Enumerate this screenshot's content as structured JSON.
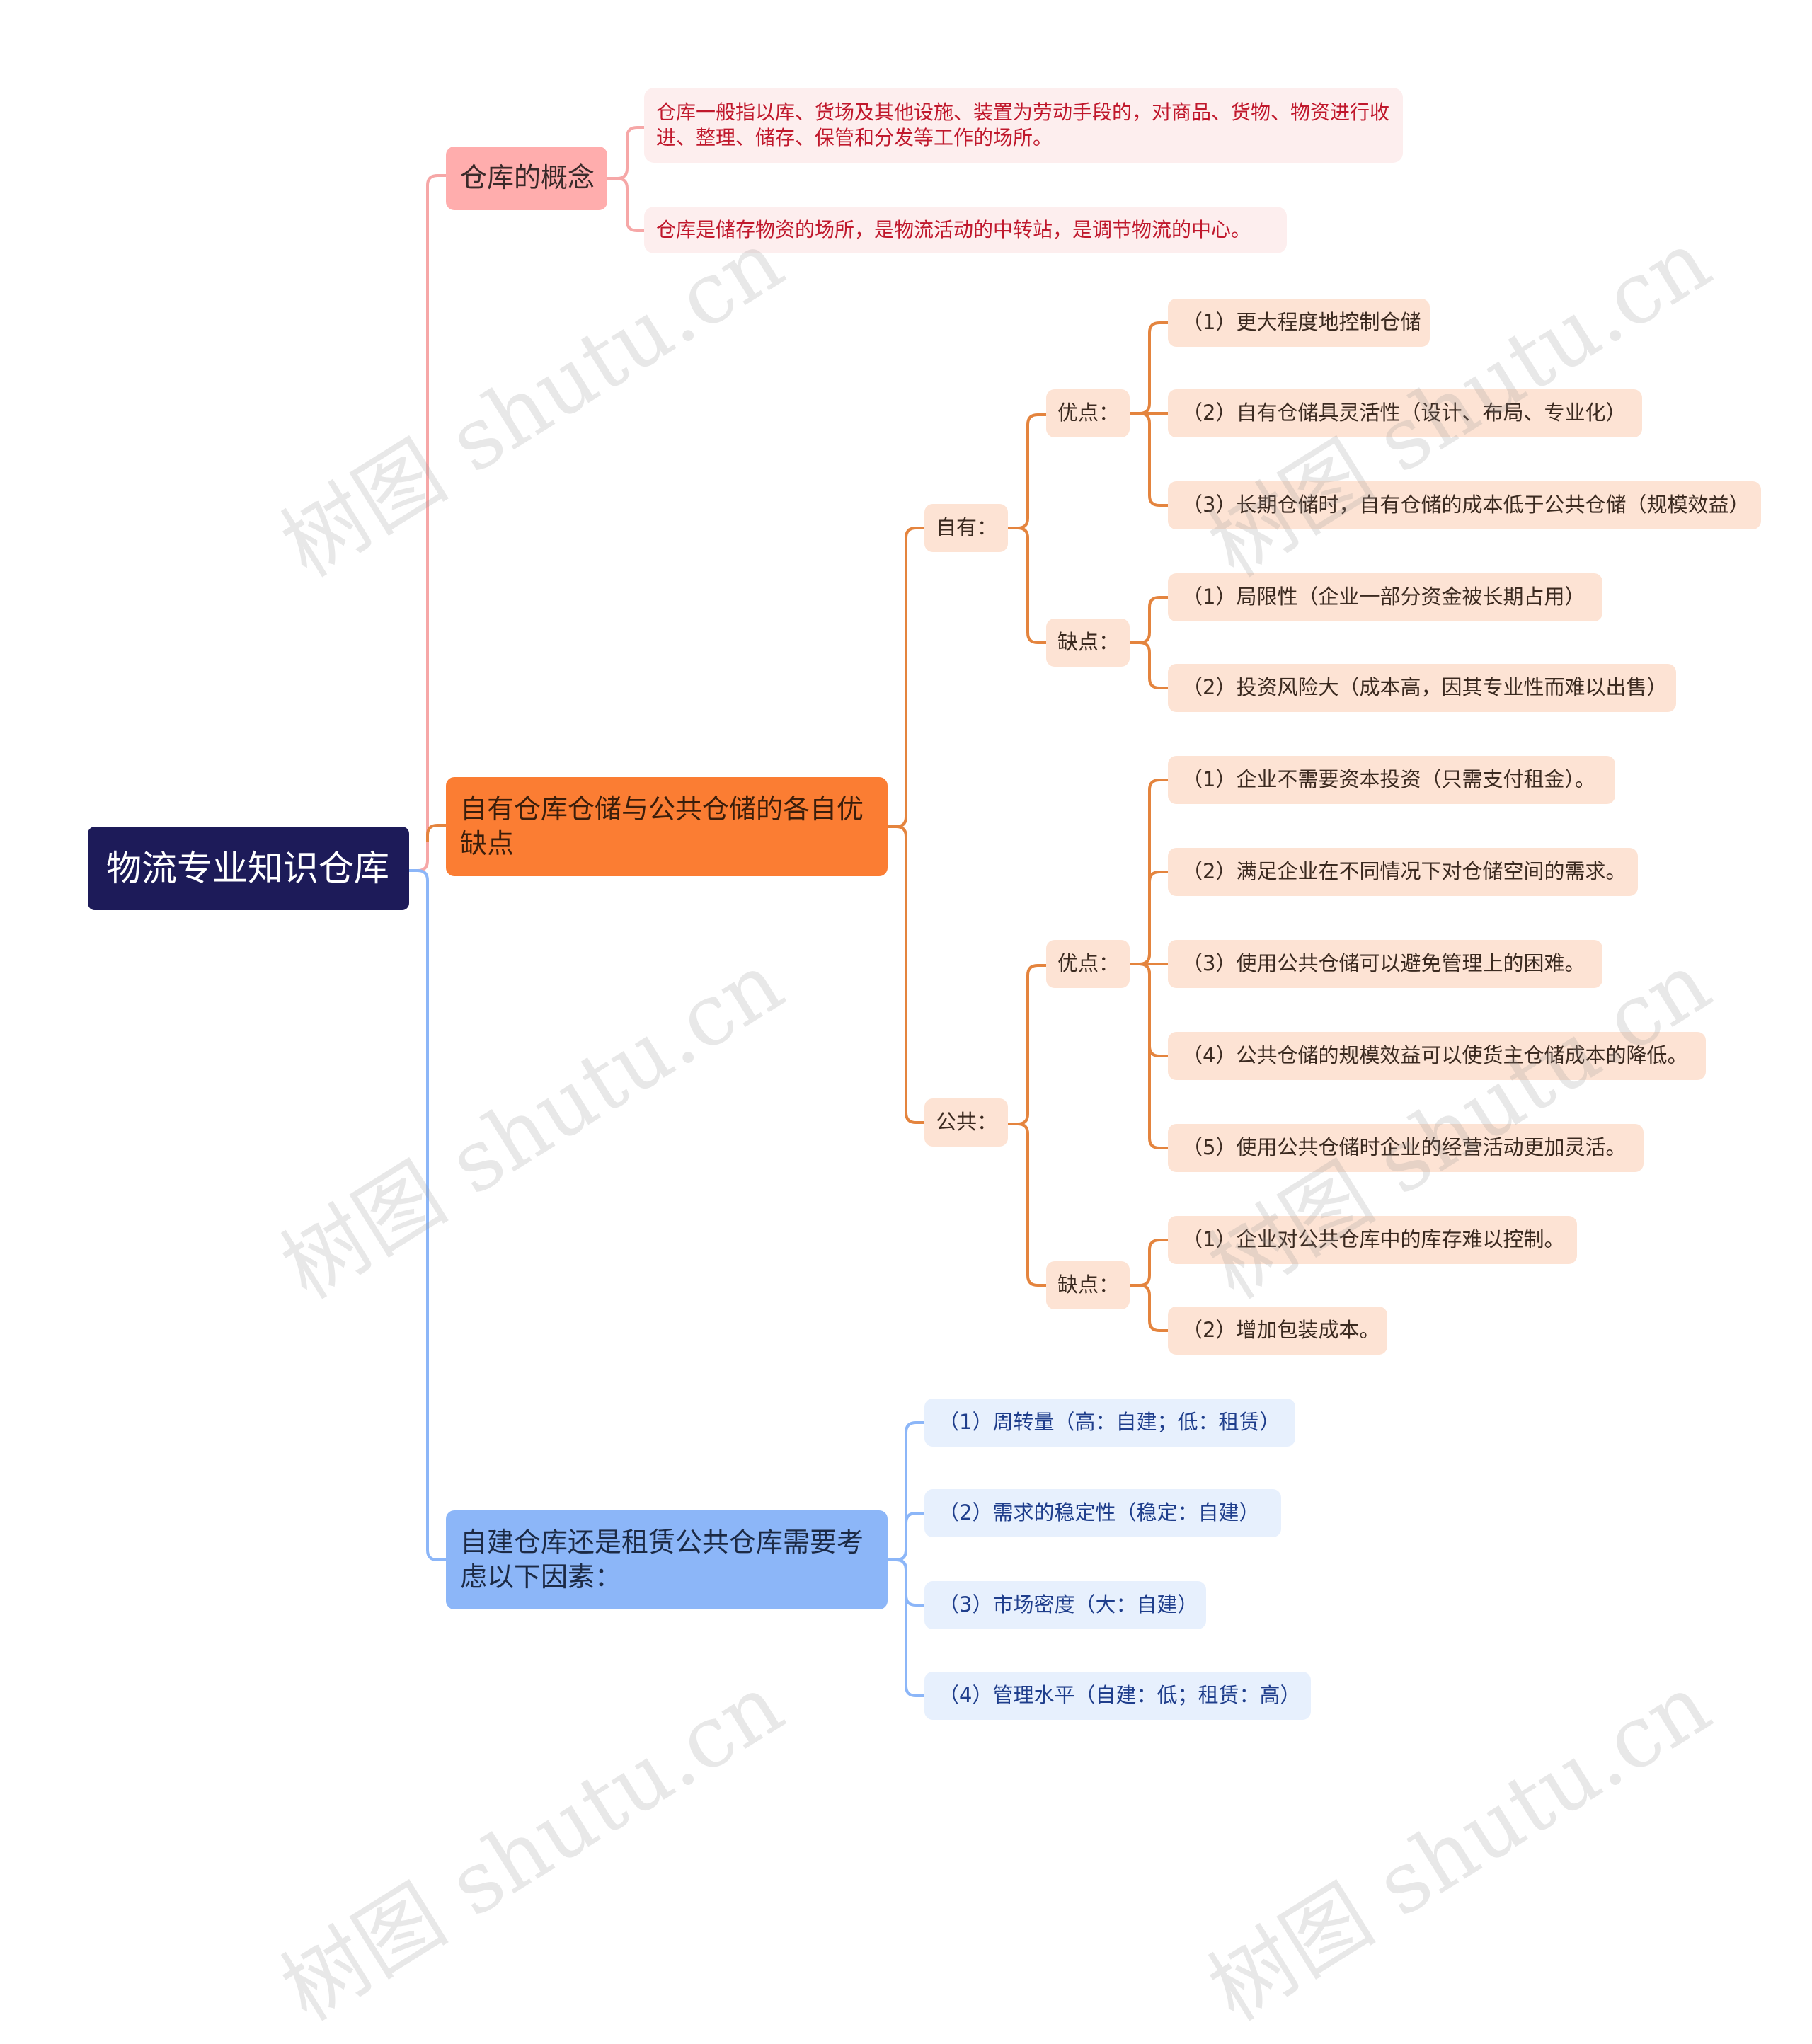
{
  "root": {
    "label": "物流专业知识仓库"
  },
  "colors": {
    "root": "#1d1b59",
    "pink": "#ffadad",
    "orange": "#fb7d33",
    "blue": "#8cb6f8",
    "pink_line": "#f6a7a7",
    "orange_line": "#e4843e",
    "blue_line": "#8cb6f8"
  },
  "concept": {
    "label": "仓库的概念",
    "items": [
      "仓库一般指以库、货场及其他设施、装置为劳动手段的，对商品、货物、物资进行收进、整理、储存、保管和分发等工作的场所。",
      "仓库是储存物资的场所，是物流活动的中转站，是调节物流的中心。"
    ]
  },
  "pros_cons": {
    "label": "自有仓库仓储与公共仓储的各自优缺点",
    "own": {
      "label": "自有：",
      "pros": {
        "label": "优点：",
        "items": [
          "（1）更大程度地控制仓储",
          "（2）自有仓储具灵活性（设计、布局、专业化）",
          "（3）长期仓储时，自有仓储的成本低于公共仓储（规模效益）"
        ]
      },
      "cons": {
        "label": "缺点：",
        "items": [
          "（1）局限性（企业一部分资金被长期占用）",
          "（2）投资风险大（成本高，因其专业性而难以出售）"
        ]
      }
    },
    "public": {
      "label": "公共：",
      "pros": {
        "label": "优点：",
        "items": [
          "（1）企业不需要资本投资（只需支付租金）。",
          "（2）满足企业在不同情况下对仓储空间的需求。",
          "（3）使用公共仓储可以避免管理上的困难。",
          "（4）公共仓储的规模效益可以使货主仓储成本的降低。",
          "（5）使用公共仓储时企业的经营活动更加灵活。"
        ]
      },
      "cons": {
        "label": "缺点：",
        "items": [
          "（1）企业对公共仓库中的库存难以控制。",
          "（2）增加包装成本。"
        ]
      }
    }
  },
  "factors": {
    "label": "自建仓库还是租赁公共仓库需要考虑以下因素：",
    "items": [
      "（1）周转量（高：自建；低：租赁）",
      "（2）需求的稳定性（稳定：自建）",
      "（3）市场密度（大：自建）",
      "（4）管理水平（自建：低；租赁：高）"
    ]
  },
  "watermark": "树图 shutu.cn"
}
